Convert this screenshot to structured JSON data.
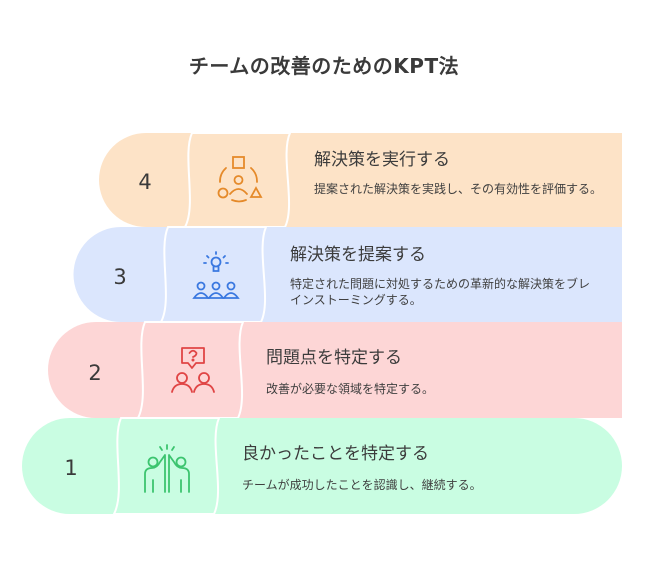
{
  "title": "チームの改善のためのKPT法",
  "steps": [
    {
      "number": "1",
      "title": "良かったことを特定する",
      "description": "チームが成功したことを認識し、継続する。",
      "icon": "high-five-icon",
      "color": "#c9fde2",
      "accent": "#3cc46f"
    },
    {
      "number": "2",
      "title": "問題点を特定する",
      "description": "改善が必要な領域を特定する。",
      "icon": "question-people-icon",
      "color": "#fdd6d6",
      "accent": "#e04545"
    },
    {
      "number": "3",
      "title": "解決策を提案する",
      "description": "特定された問題に対処するための革新的な解決策をブレインストーミングする。",
      "icon": "brainstorm-group-icon",
      "color": "#dbe6fd",
      "accent": "#3a78e0"
    },
    {
      "number": "4",
      "title": "解決策を実行する",
      "description": "提案された解決策を実践し、その有効性を評価する。",
      "icon": "shapes-cycle-icon",
      "color": "#fde3c7",
      "accent": "#e58a2a"
    }
  ]
}
